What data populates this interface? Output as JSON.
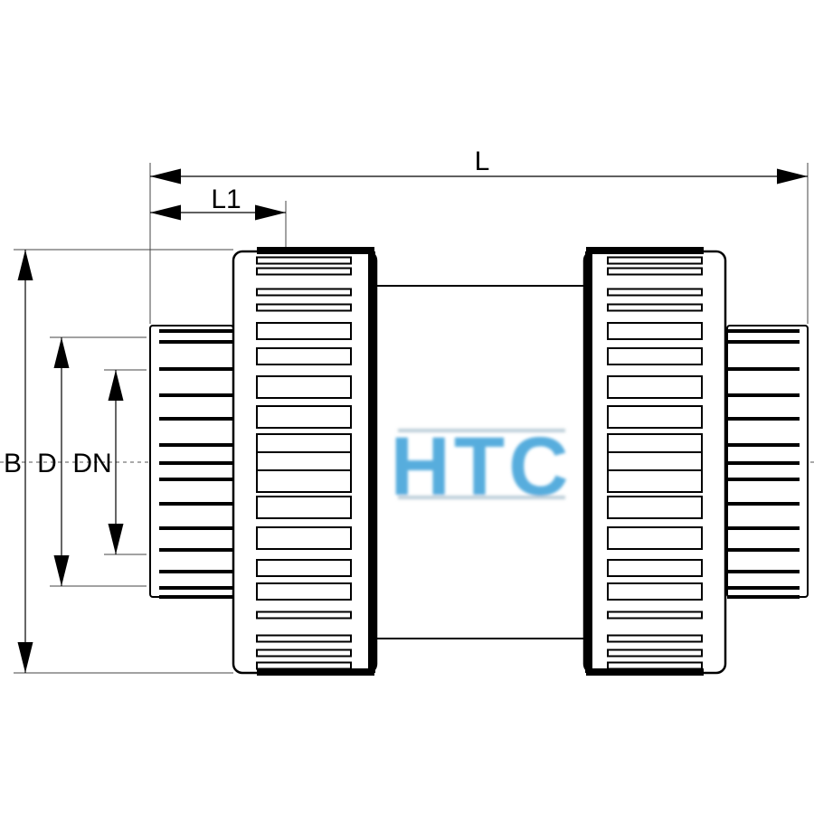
{
  "labels": {
    "L": "L",
    "L1": "L1",
    "B": "B",
    "D": "D",
    "DN": "DN"
  },
  "logo": {
    "text": "HTC",
    "color": "#3b9fd8"
  },
  "colors": {
    "line": "#000000",
    "dimension": "#333333"
  }
}
